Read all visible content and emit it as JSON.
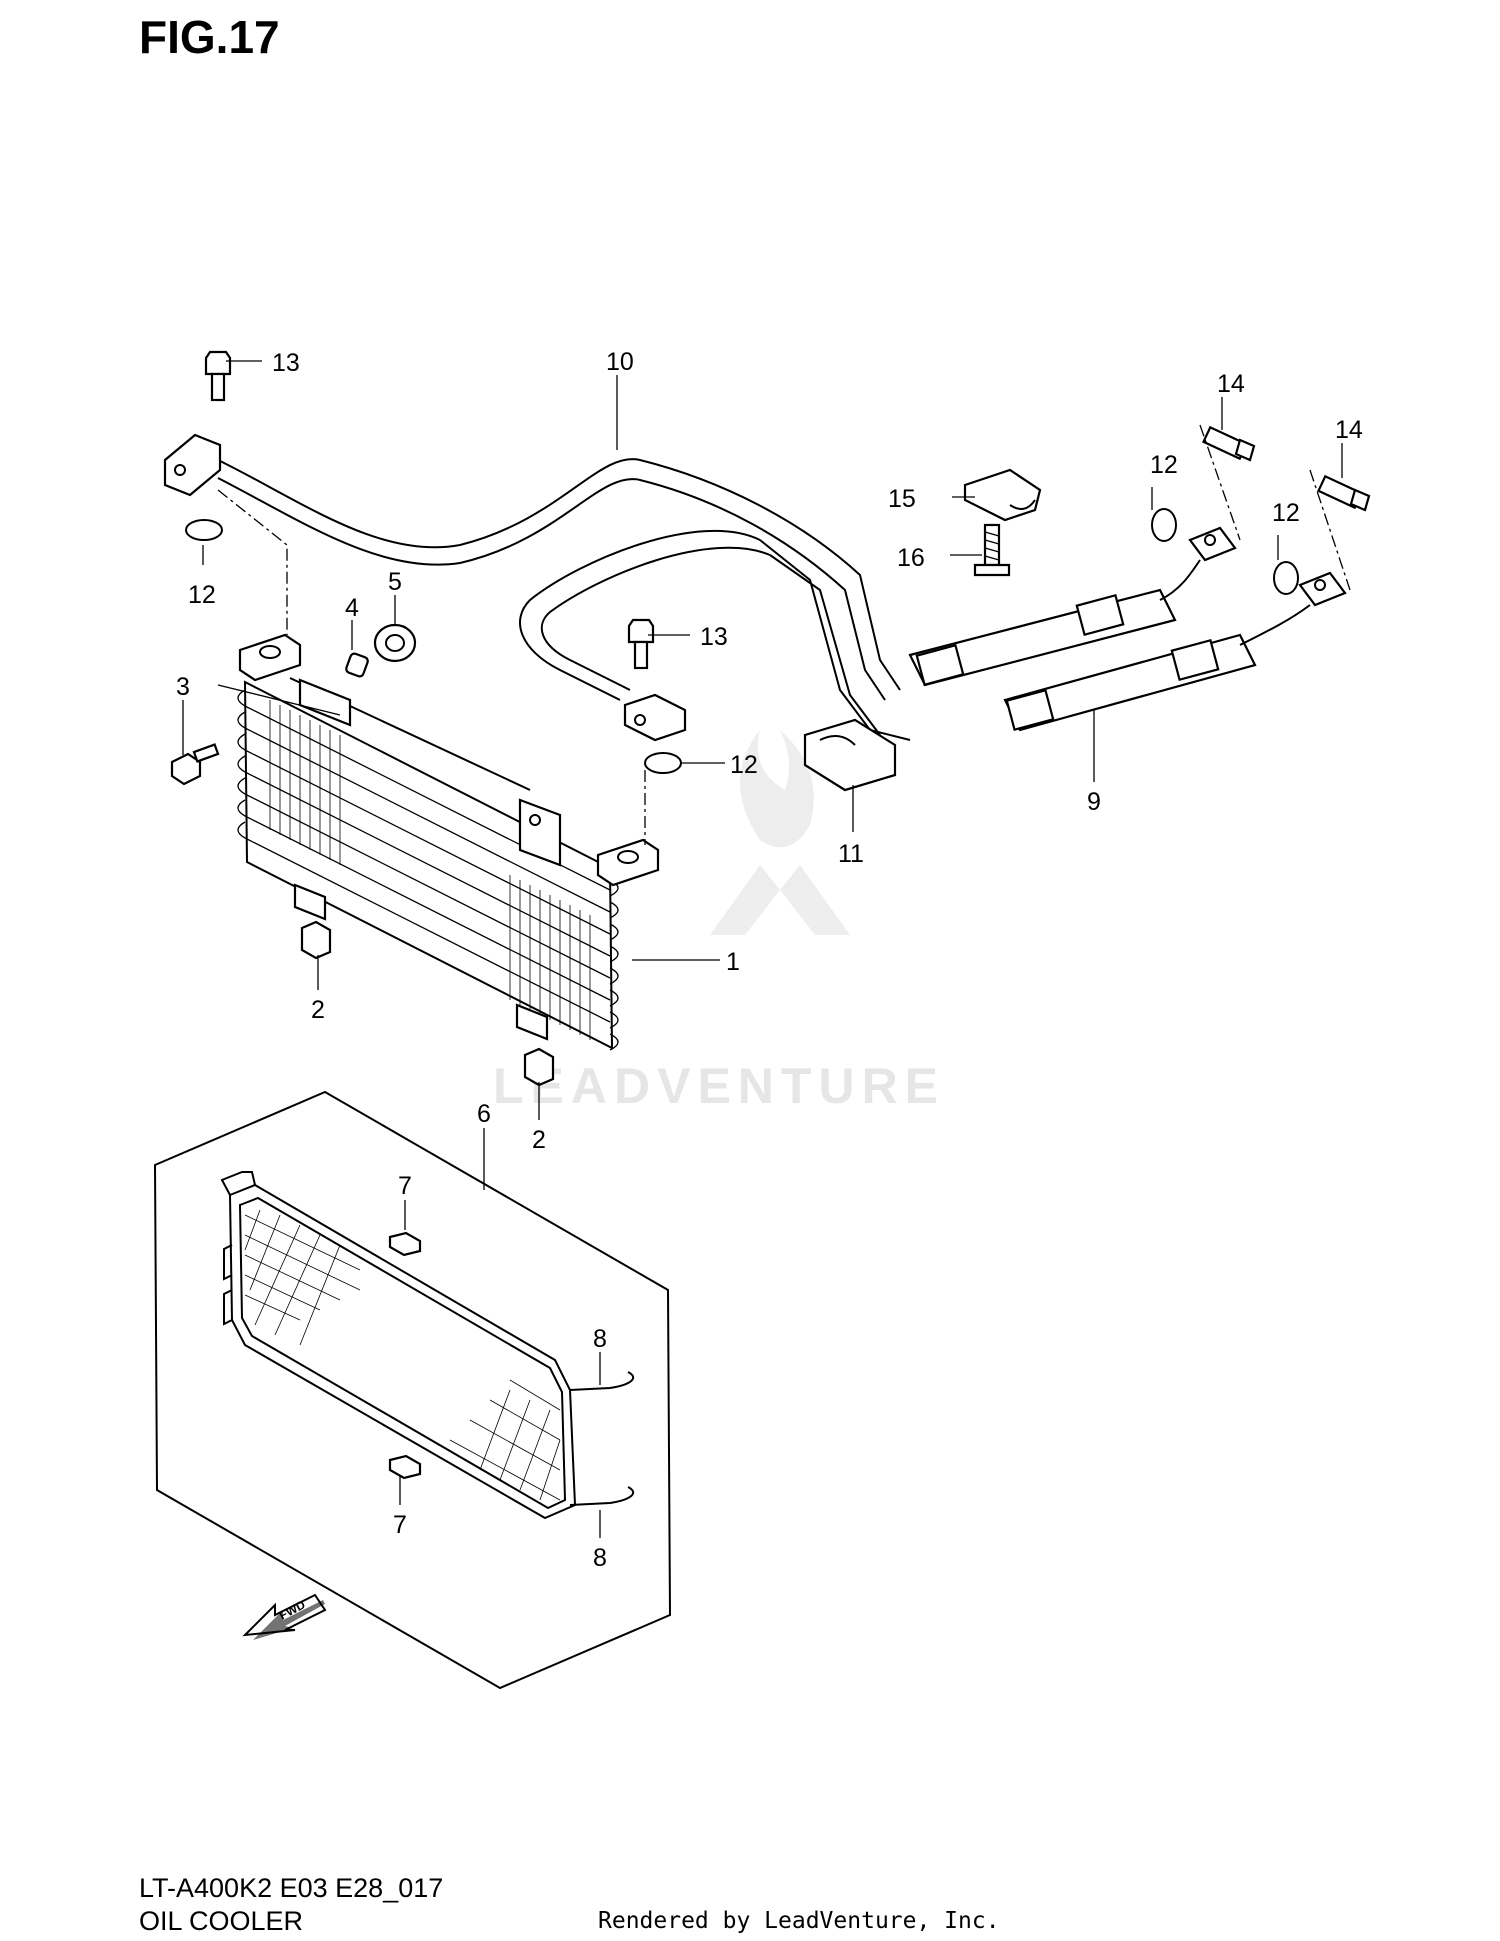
{
  "figure": {
    "title": "FIG.17",
    "model_code": "LT-A400K2 E03 E28_017",
    "section_name": "OIL COOLER",
    "rendered_by": "Rendered by LeadVenture, Inc.",
    "watermark": "LEADVENTURE",
    "fwd_label": "FWD"
  },
  "callouts": {
    "c1": "1",
    "c2a": "2",
    "c2b": "2",
    "c3": "3",
    "c4": "4",
    "c5": "5",
    "c6": "6",
    "c7a": "7",
    "c7b": "7",
    "c8a": "8",
    "c8b": "8",
    "c9": "9",
    "c10": "10",
    "c11": "11",
    "c12a": "12",
    "c12b": "12",
    "c12c": "12",
    "c12d": "12",
    "c13a": "13",
    "c13b": "13",
    "c14a": "14",
    "c14b": "14",
    "c15": "15",
    "c16": "16"
  }
}
